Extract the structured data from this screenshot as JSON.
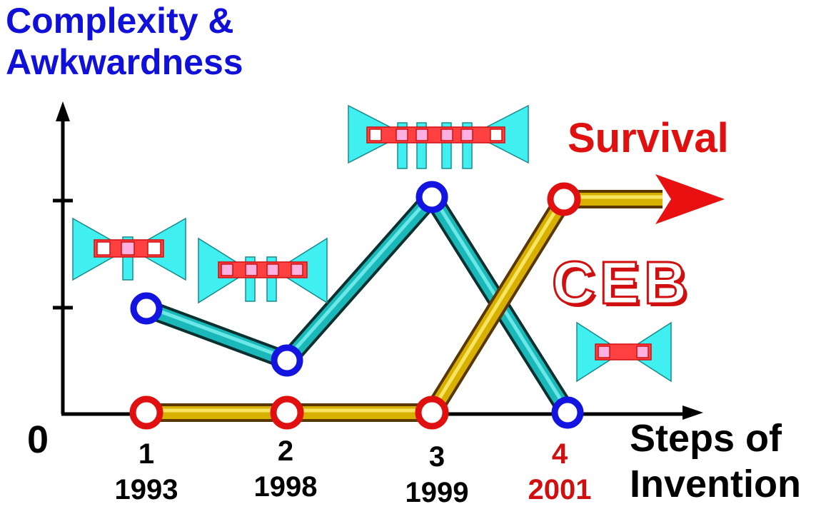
{
  "y_axis_label_line1": "Complexity &",
  "y_axis_label_line2": "Awkwardness",
  "origin_label": "0",
  "x_axis_label_line1": "Steps of",
  "x_axis_label_line2": "Invention",
  "steps": [
    {
      "num": "1",
      "year": "1993",
      "color": "#000000"
    },
    {
      "num": "2",
      "year": "1998",
      "color": "#000000"
    },
    {
      "num": "3",
      "year": "1999",
      "color": "#000000"
    },
    {
      "num": "4",
      "year": "2001",
      "color": "#d01010"
    }
  ],
  "survival_label": "Survival",
  "ceb_label": "CEB",
  "colors": {
    "complexity_line": "#1ab8b8",
    "complexity_marker": "#1414e0",
    "survival_line": "#d8b000",
    "survival_marker": "#e01010",
    "device_body": "#40f0f0",
    "device_element": "#ff4040",
    "device_highlight": "#ffb0e0"
  }
}
